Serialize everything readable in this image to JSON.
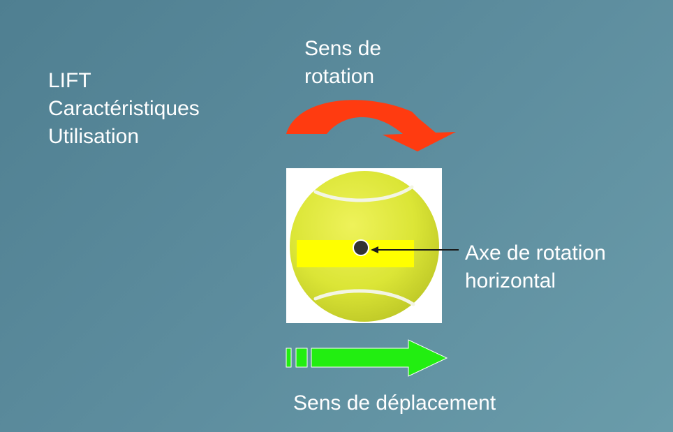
{
  "topics": [
    "LIFT",
    "Caractéristiques",
    "Utilisation"
  ],
  "rotation_label": [
    "Sens de",
    "rotation"
  ],
  "axis_label": [
    "Axe de rotation",
    "horizontal"
  ],
  "movement_label": "Sens de déplacement",
  "colors": {
    "background": "#5a8a9c",
    "rotation_arrow": "#ff3b10",
    "movement_arrow": "#22ee11",
    "axis_band": "#ffff00",
    "ball": "#dfe83a",
    "axis_dot": "#333333"
  }
}
